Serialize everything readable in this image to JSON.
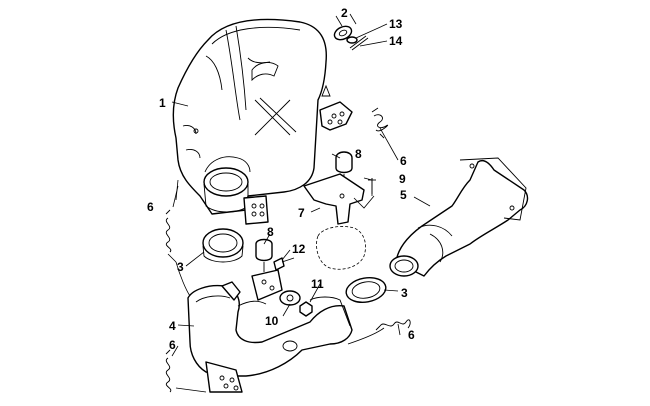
{
  "callouts": [
    {
      "id": "c1",
      "text": "1"
    },
    {
      "id": "c2",
      "text": "2"
    },
    {
      "id": "c13",
      "text": "13"
    },
    {
      "id": "c14",
      "text": "14"
    },
    {
      "id": "c6a",
      "text": "6"
    },
    {
      "id": "c8a",
      "text": "8"
    },
    {
      "id": "c9",
      "text": "9"
    },
    {
      "id": "c5",
      "text": "5"
    },
    {
      "id": "c7",
      "text": "7"
    },
    {
      "id": "c6b",
      "text": "6"
    },
    {
      "id": "c8b",
      "text": "8"
    },
    {
      "id": "c12",
      "text": "12"
    },
    {
      "id": "c3a",
      "text": "3"
    },
    {
      "id": "c11",
      "text": "11"
    },
    {
      "id": "c3b",
      "text": "3"
    },
    {
      "id": "c4",
      "text": "4"
    },
    {
      "id": "c10",
      "text": "10"
    },
    {
      "id": "c6c",
      "text": "6"
    },
    {
      "id": "c6d",
      "text": "6"
    }
  ]
}
